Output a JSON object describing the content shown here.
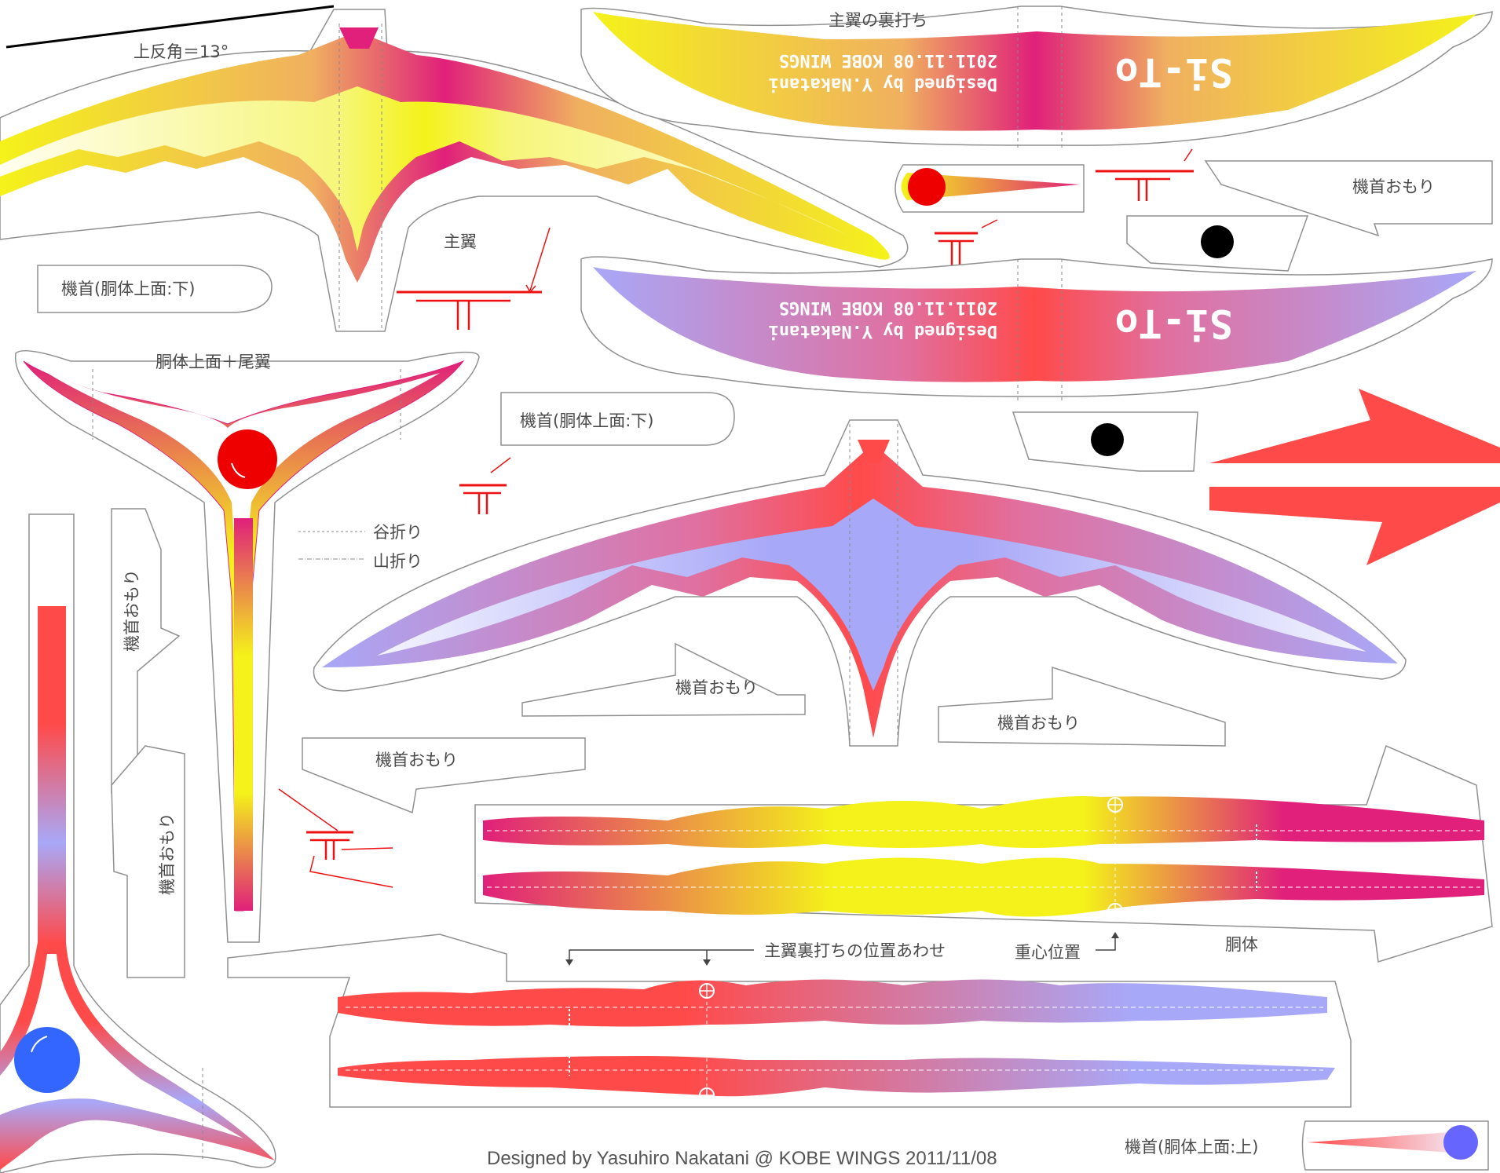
{
  "colors": {
    "yellow": "#f4f21a",
    "magenta": "#e0207a",
    "red": "#ff4a4a",
    "lavender": "#a8a8f8",
    "outline": "#909090",
    "fold_red": "#ee1111"
  },
  "labels": {
    "dihedral": "上反角＝13°",
    "main_wing": "主翼",
    "main_wing_back": "主翼の裏打ち",
    "nose_weight": "機首おもり",
    "nose_top_down": "機首(胴体上面:下)",
    "nose_top_up": "機首(胴体上面:上)",
    "fuselage_top_tail": "胴体上面＋尾翼",
    "valley_fold": "谷折り",
    "mountain_fold": "山折り",
    "wing_back_alignment": "主翼裏打ちの位置あわせ",
    "cg_position": "重心位置",
    "fuselage": "胴体"
  },
  "wing_back_texts": {
    "name": "Si-To",
    "designer": "Designed by Y.Nakatani",
    "date_org": "2011.11.08 KOBE WINGS"
  },
  "credit": {
    "designed_by": "Designed by  Yasuhiro Nakatani   @ KOBE WINGS   2011/11/08"
  },
  "icons": {
    "fold_mark": "t-fold-mark-icon",
    "pointer": "red-arrow-icon",
    "cg_mark": "crosshair-circle-icon",
    "eye": "black-dot-icon"
  }
}
